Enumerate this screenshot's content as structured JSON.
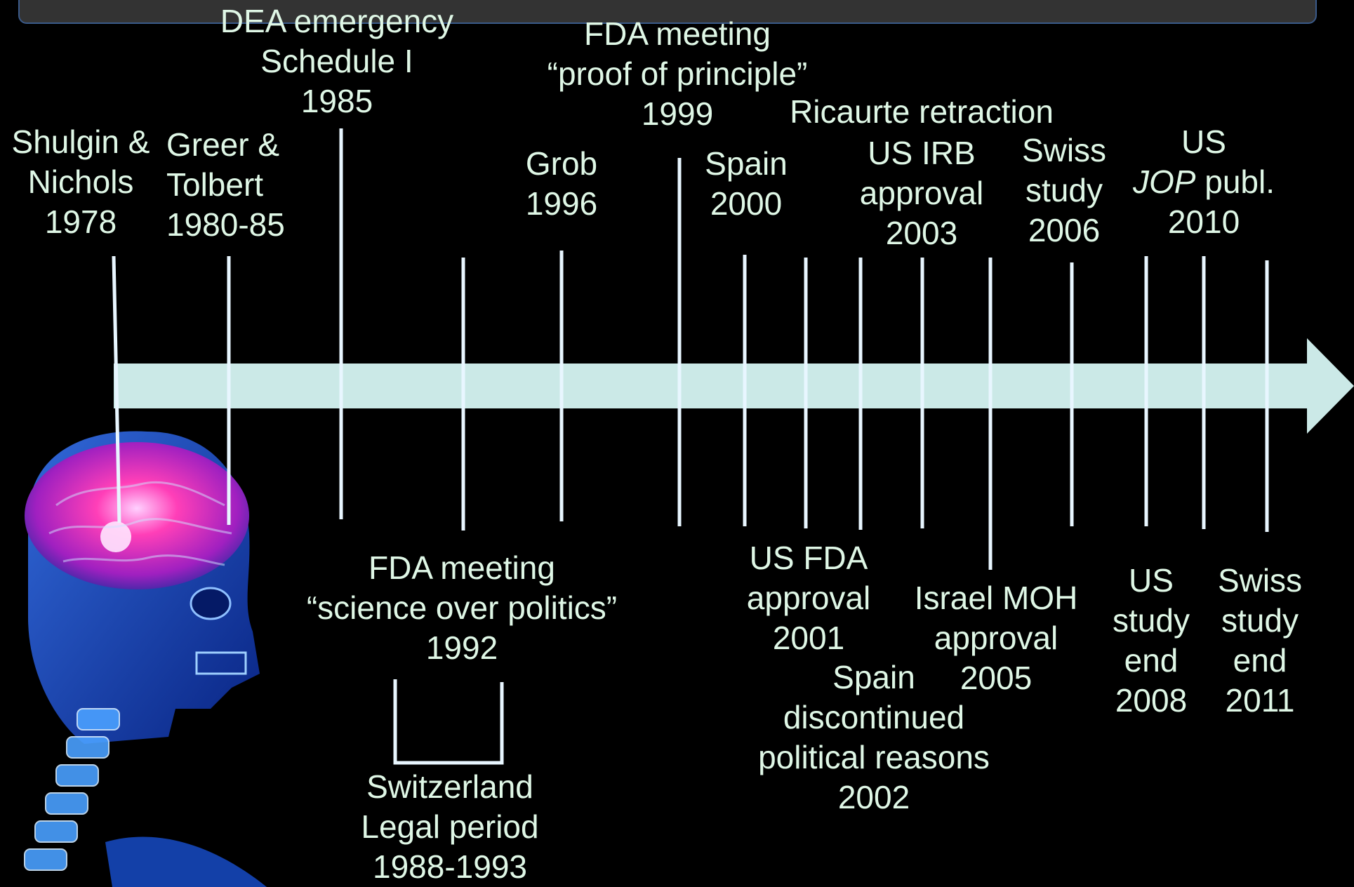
{
  "colors": {
    "background": "#000000",
    "text": "#dff7e6",
    "arrow": "#d6f5f3",
    "lines": "#e8f6ff",
    "top_bar": "#333333"
  },
  "events_above": [
    {
      "id": "shulgin",
      "lines": [
        "Shulgin &",
        "Nichols",
        "1978"
      ]
    },
    {
      "id": "greer",
      "lines": [
        "Greer &",
        "Tolbert",
        "1980-85"
      ]
    },
    {
      "id": "dea",
      "lines": [
        "DEA emergency",
        "Schedule I",
        "1985"
      ]
    },
    {
      "id": "grob",
      "lines": [
        "Grob",
        "1996"
      ]
    },
    {
      "id": "fda1999",
      "lines": [
        "FDA meeting",
        "“proof of principle”",
        "1999"
      ]
    },
    {
      "id": "spain2000",
      "lines": [
        "Spain",
        "2000"
      ]
    },
    {
      "id": "ricaurte",
      "lines": [
        "Ricaurte retraction"
      ]
    },
    {
      "id": "usirb",
      "lines": [
        "US IRB",
        "approval",
        "2003"
      ]
    },
    {
      "id": "swiss2006",
      "lines": [
        "Swiss",
        "study",
        "2006"
      ]
    },
    {
      "id": "usjop",
      "line1": "US",
      "line2_italic": "JOP",
      "line2_rest": " publ.",
      "line3": "2010"
    }
  ],
  "events_below": [
    {
      "id": "fda1992",
      "lines": [
        "FDA meeting",
        "“science over politics”",
        "1992"
      ]
    },
    {
      "id": "switzerland",
      "lines": [
        "Switzerland",
        "Legal period",
        "1988-1993"
      ]
    },
    {
      "id": "usfda2001",
      "lines": [
        "US FDA",
        "approval",
        "2001"
      ]
    },
    {
      "id": "spain2002",
      "lines": [
        "Spain",
        "discontinued",
        "political reasons",
        "2002"
      ]
    },
    {
      "id": "israel",
      "lines": [
        "Israel MOH",
        "approval",
        "2005"
      ]
    },
    {
      "id": "usend",
      "lines": [
        "US",
        "study",
        "end",
        "2008"
      ]
    },
    {
      "id": "swissend",
      "lines": [
        "Swiss",
        "study",
        "end",
        "2011"
      ]
    }
  ]
}
